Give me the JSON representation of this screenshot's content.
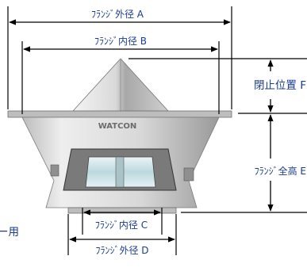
{
  "labels": {
    "flange_outer_a": "ﾌﾗﾝｼﾞ外径 A",
    "flange_inner_b": "ﾌﾗﾝｼﾞ内径 B",
    "closed_position_f": "閉止位置 F",
    "flange_total_height_e": "ﾌﾗﾝｼﾞ全高 E",
    "flange_inner_c": "ﾌﾗﾝｼﾞ内径 C",
    "flange_outer_d": "ﾌﾗﾝｼﾞ外径 D",
    "partial_left_text": "ー用"
  },
  "product": {
    "brand_mark": "WATCON"
  },
  "colors": {
    "label_text": "#1a3c8c",
    "dimension_lines": "#000000",
    "metal_light": "#e8e8e8",
    "metal_dark": "#8a8a8a"
  }
}
